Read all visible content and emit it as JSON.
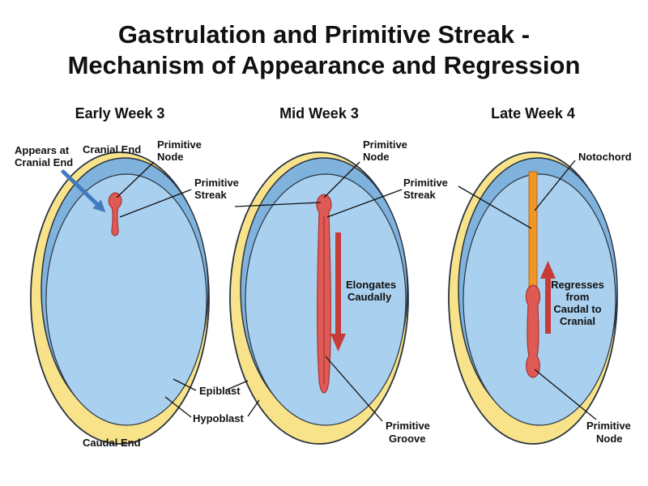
{
  "title": {
    "line1": "Gastrulation and Primitive Streak -",
    "line2": "Mechanism of Appearance and Regression"
  },
  "colors": {
    "yolk_outer": "#f8e38a",
    "blue_layer": "#7fb2dc",
    "embryo_disc": "#a9d0ef",
    "outline": "#2a3440",
    "streak": "#e05a55",
    "streak_outline": "#a8322f",
    "notochord": "#f0972a",
    "arrow_blue": "#3f7bc0",
    "arrow_red": "#c73b36"
  },
  "panels": {
    "early": {
      "heading": "Early Week 3",
      "appears_line1": "Appears at",
      "appears_line2": "Cranial End",
      "cranial_end": "Cranial End",
      "node_line1": "Primitive",
      "node_line2": "Node",
      "streak_line1": "Primitive",
      "streak_line2": "Streak",
      "epiblast": "Epiblast",
      "hypoblast": "Hypoblast",
      "caudal_end": "Caudal End"
    },
    "mid": {
      "heading": "Mid Week 3",
      "node_line1": "Primitive",
      "node_line2": "Node",
      "streak_line1": "Primitive",
      "streak_line2": "Streak",
      "elongates_line1": "Elongates",
      "elongates_line2": "Caudally",
      "groove_line1": "Primitive",
      "groove_line2": "Groove"
    },
    "late": {
      "heading": "Late Week 4",
      "notochord": "Notochord",
      "regresses_line1": "Regresses",
      "regresses_line2": "from",
      "regresses_line3": "Caudal to",
      "regresses_line4": "Cranial",
      "node_line1": "Primitive",
      "node_line2": "Node"
    }
  }
}
